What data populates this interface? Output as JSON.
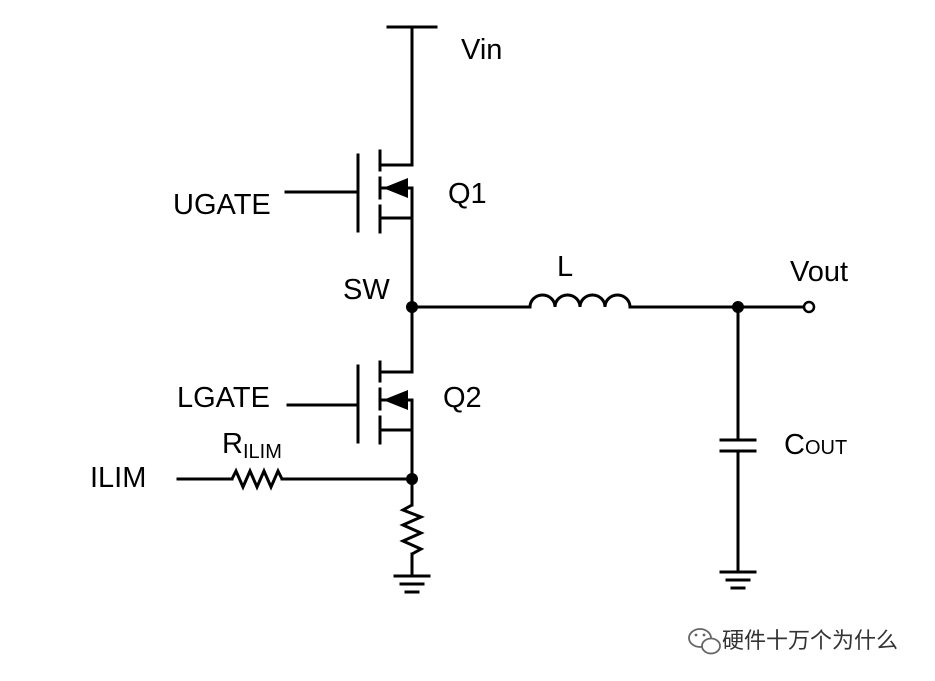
{
  "labels": {
    "vin": "Vin",
    "q1": "Q1",
    "q2": "Q2",
    "ugate": "UGATE",
    "lgate": "LGATE",
    "sw": "SW",
    "inductor": "L",
    "vout": "Vout",
    "cout_main": "C",
    "cout_sub": "OUT",
    "ilim": "ILIM",
    "rilim_main": "R",
    "rilim_sub": "ILIM"
  },
  "watermark": {
    "text": "硬件十万个为什么",
    "icon": "wechat-icon"
  },
  "colors": {
    "wire": "#000000",
    "background": "#ffffff",
    "watermark": "#333333"
  }
}
